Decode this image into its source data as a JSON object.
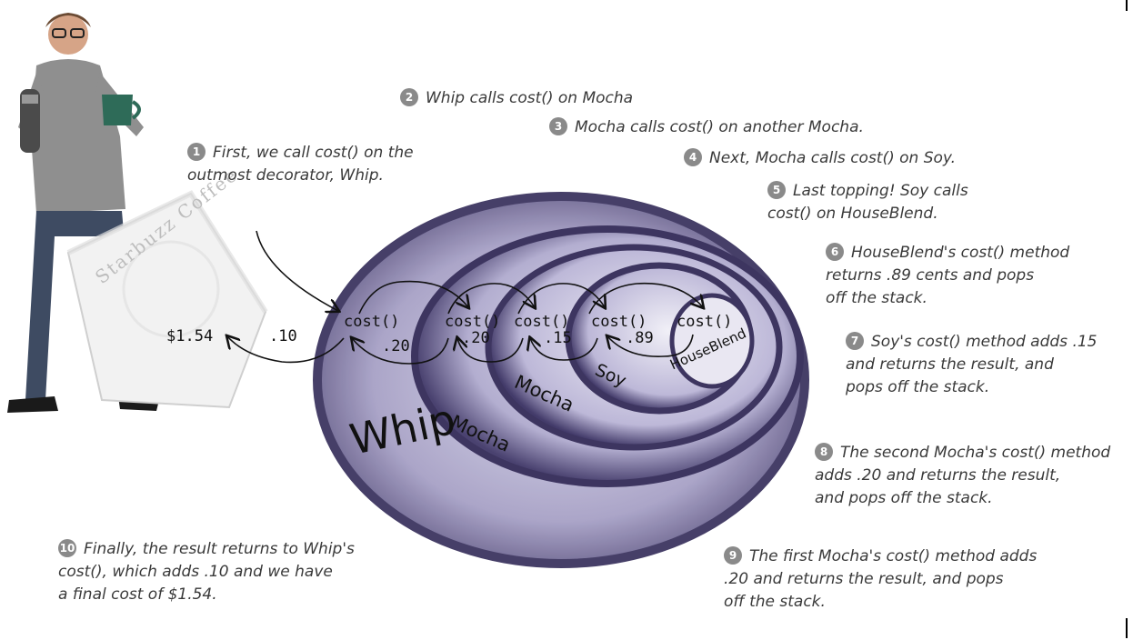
{
  "steps": [
    {
      "num": "1",
      "text": "First, we call cost() on the\noutmost decorator, Whip."
    },
    {
      "num": "2",
      "text": "Whip calls cost() on Mocha"
    },
    {
      "num": "3",
      "text": "Mocha calls cost() on another Mocha."
    },
    {
      "num": "4",
      "text": "Next, Mocha calls cost() on Soy."
    },
    {
      "num": "5",
      "text": "Last topping! Soy calls\ncost() on HouseBlend."
    },
    {
      "num": "6",
      "text": "HouseBlend's cost() method\nreturns .89 cents and pops\noff the stack."
    },
    {
      "num": "7",
      "text": "Soy's cost() method adds .15\nand returns the result, and\npops off the stack."
    },
    {
      "num": "8",
      "text": "The second Mocha's cost() method\nadds .20 and returns the result,\nand pops off the stack."
    },
    {
      "num": "9",
      "text": "The first Mocha's cost() method adds\n.20 and returns the result, and pops\noff the stack."
    },
    {
      "num": "10",
      "text": "Finally, the result returns to Whip's\ncost(), which adds .10 and we have\na final cost of $1.54."
    }
  ],
  "rings": {
    "whip": "Whip",
    "mocha_outer": "Mocha",
    "mocha_inner": "Mocha",
    "soy": "Soy",
    "houseblend": "HouseBlend"
  },
  "calls": [
    "cost()",
    "cost()",
    "cost()",
    "cost()",
    "cost()"
  ],
  "returns": [
    ".10",
    ".20",
    ".20",
    ".15",
    ".89"
  ],
  "final_price": "$1.54",
  "napkin_text": "Starbuzz Coffee",
  "colors": {
    "ring_dark": "#3d3560",
    "ring_mid": "#7d77a6",
    "ring_light": "#cfcbe3",
    "text": "#3a3a3a"
  }
}
